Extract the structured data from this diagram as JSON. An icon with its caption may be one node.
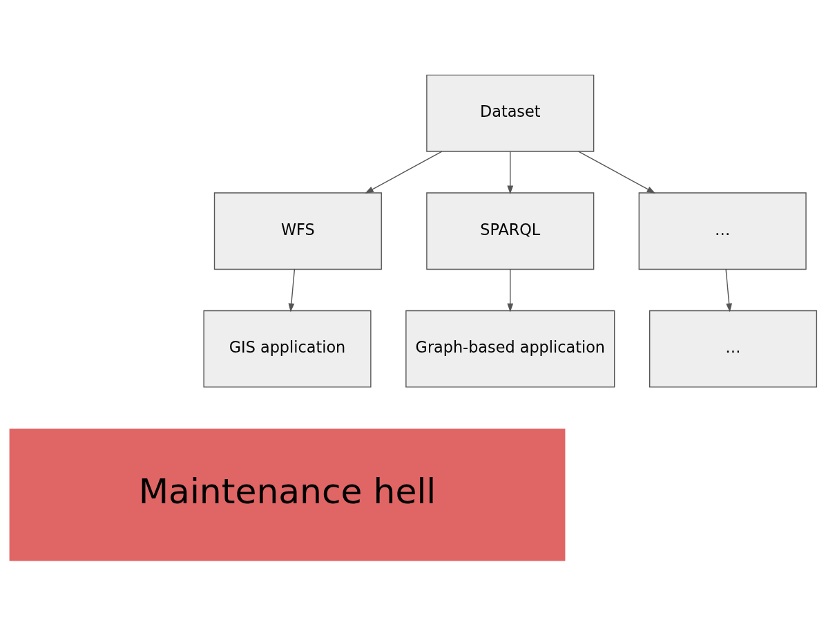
{
  "diagram": {
    "nodes": [
      {
        "text": [
          "Dataset"
        ]
      },
      {
        "text": [
          "WFS"
        ]
      },
      {
        "text": [
          "SPARQL"
        ]
      },
      {
        "text": [
          "…"
        ]
      },
      {
        "text": [
          "Maintenance hell"
        ]
      },
      {
        "text": [
          "GIS application"
        ]
      },
      {
        "text": [
          "Graph-based application"
        ]
      },
      {
        "text": [
          "…"
        ]
      }
    ],
    "edges": [
      {
        "from": 0,
        "to": 1,
        "arrow": "to"
      },
      {
        "from": 0,
        "to": 2,
        "arrow": "to"
      },
      {
        "from": 0,
        "to": 3,
        "arrow": "to"
      },
      {
        "from": 1,
        "to": 5,
        "arrow": "to"
      },
      {
        "from": 2,
        "to": 6,
        "arrow": "to"
      },
      {
        "from": 3,
        "to": 7,
        "arrow": "to"
      }
    ]
  }
}
